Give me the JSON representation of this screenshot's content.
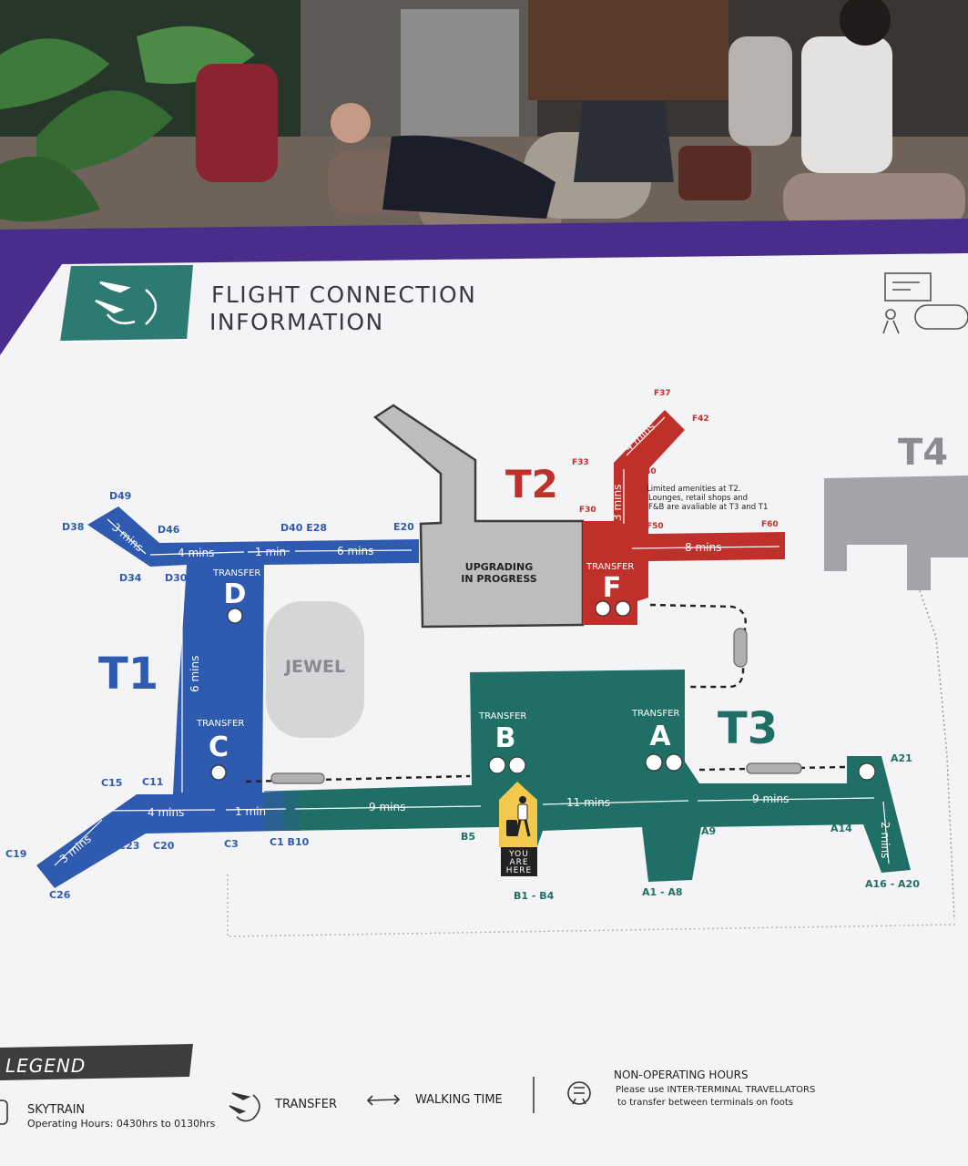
{
  "sign": {
    "title_line1": "FLIGHT CONNECTION",
    "title_line2": "INFORMATION",
    "t4": "T4",
    "t1": "T1",
    "t2": "T2",
    "t3": "T3",
    "jewel": "JEWEL",
    "upgrading_line1": "UPGRADING",
    "upgrading_line2": "IN PROGRESS",
    "amenities_line1": "Limited amenities at T2.",
    "amenities_line2": "Lounges, retail shops and",
    "amenities_line3": "F&B are avaliable at T3 and T1",
    "you_are_here_line1": "YOU",
    "you_are_here_line2": "ARE",
    "you_are_here_line3": "HERE"
  },
  "transfers": {
    "label": "TRANSFER",
    "d": "D",
    "c": "C",
    "f": "F",
    "b": "B",
    "a": "A"
  },
  "gates": {
    "d49": "D49",
    "d38": "D38",
    "d46": "D46",
    "d40_e28": "D40  E28",
    "e20": "E20",
    "d34": "D34",
    "d30": "D30",
    "c15": "C15",
    "c11": "C11",
    "c19": "C19",
    "c23": "C23",
    "c20": "C20",
    "c3": "C3",
    "c1_b10": "C1  B10",
    "c26": "C26",
    "b5": "B5",
    "b1_b4": "B1 - B4",
    "a1_a8": "A1 - A8",
    "a9": "A9",
    "a14": "A14",
    "a21": "A21",
    "a16_a20": "A16 - A20",
    "f37": "F37",
    "f42": "F42",
    "f33": "F33",
    "f40": "F40",
    "f30": "F30",
    "f50": "F50",
    "f60": "F60"
  },
  "walking_times": {
    "d_upper_left": "3 mins",
    "d_4": "4 mins",
    "d_1": "1 min",
    "d_6": "6 mins",
    "vertical_6": "6 mins",
    "c_4": "4 mins",
    "c_1": "1 min",
    "c_lower_left": "3 mins",
    "b_9": "9 mins",
    "ba_11": "11 mins",
    "a_9": "9 mins",
    "a_2": "2 mins",
    "f_8": "8 mins",
    "f_3": "3 mins",
    "f_4": "4 mins"
  },
  "legend": {
    "heading": "LEGEND",
    "skytrain": "SKYTRAIN",
    "skytrain_hours": "Operating Hours: 0430hrs to 0130hrs",
    "transfer": "TRANSFER",
    "walking_time": "WALKING TIME",
    "non_operating": "NON-OPERATING HOURS",
    "non_operating_line1": "Please use INTER-TERMINAL TRAVELLATORS",
    "non_operating_line2": "to transfer between terminals on foots"
  },
  "colors": {
    "t1_blue": "#2e5bb0",
    "t2_red": "#c0302b",
    "t3_green": "#1f6f66",
    "upgrading_grey": "#c6c6c6",
    "header_teal": "#2c7a72",
    "frame_purple": "#4a2c8a",
    "you_are_here": "#f2c94c"
  },
  "icons": {
    "header": "plane-transfer-icon",
    "transfer": "transfer-icon",
    "skytrain": "skytrain-icon",
    "traveller": "traveller-icon"
  }
}
